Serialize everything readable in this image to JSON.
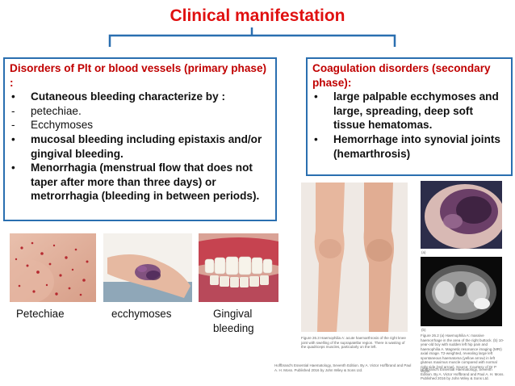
{
  "title": "Clinical manifestation",
  "left_box": {
    "heading": "Disorders of Plt or blood vessels (primary phase) :",
    "items": [
      {
        "marker": "•",
        "text": "Cutaneous bleeding characterize by :",
        "bold": true
      },
      {
        "marker": "-",
        "text": "petechiae.",
        "bold": false
      },
      {
        "marker": "-",
        "text": "Ecchymoses",
        "bold": false
      },
      {
        "marker": "•",
        "text": "mucosal bleeding including epistaxis and/or gingival bleeding.",
        "bold": true
      },
      {
        "marker": "•",
        "text": "Menorrhagia (menstrual flow that does not taper after more than three days) or metrorrhagia (bleeding in between periods).",
        "bold": true
      }
    ]
  },
  "right_box": {
    "heading": "Coagulation disorders (secondary phase):",
    "items": [
      {
        "marker": "•",
        "text": "large palpable ecchymoses and large, spreading, deep soft tissue hematomas.",
        "bold": true
      },
      {
        "marker": "•",
        "text": "Hemorrhage into synovial joints (hemarthrosis)",
        "bold": true
      }
    ]
  },
  "captions": {
    "petechiae": "Petechiae",
    "ecchymoses": "ecchymoses",
    "gingival": "Gingival bleeding"
  },
  "figure_text": {
    "knees_caption": "Figure 26.3 Haemophilia A: acute haemarthrosis of the right knee joint with swelling of the suprapatellar region. There is wasting of the quadriceps muscles, particularly on the left.",
    "knees_credit": "Hoffbrand's Essential Haematology, Seventh Edition. By A. Victor Hoffbrand and Paul A. H. Moss. Published 2016 by John Wiley & Sons Ltd.",
    "scan_caption": "Figure 26.2 (a) Haemophilia A: massive haemorrhage in the area of the right buttock. (b) 10-year-old boy with sudden left hip pain and haemophilia A. Magnetic resonance imaging (MRI) axial image. T2-weighted, revealing large left spontaneous haematoma (yellow arrow) in left gluteus maximus muscle compared with normal right side (red arrow). Source: Courtesy of Dr P Wylie.",
    "scan_credit": "Hoffbrand's Essential Haematology, Seventh Edition. By A. Victor Hoffbrand and Paul A. H. Moss. Published 2016 by John Wiley & Sons Ltd.",
    "label_a": "(a)",
    "label_b": "(b)"
  },
  "colors": {
    "title": "#e01010",
    "heading": "#c00000",
    "border": "#2a6fb0"
  }
}
